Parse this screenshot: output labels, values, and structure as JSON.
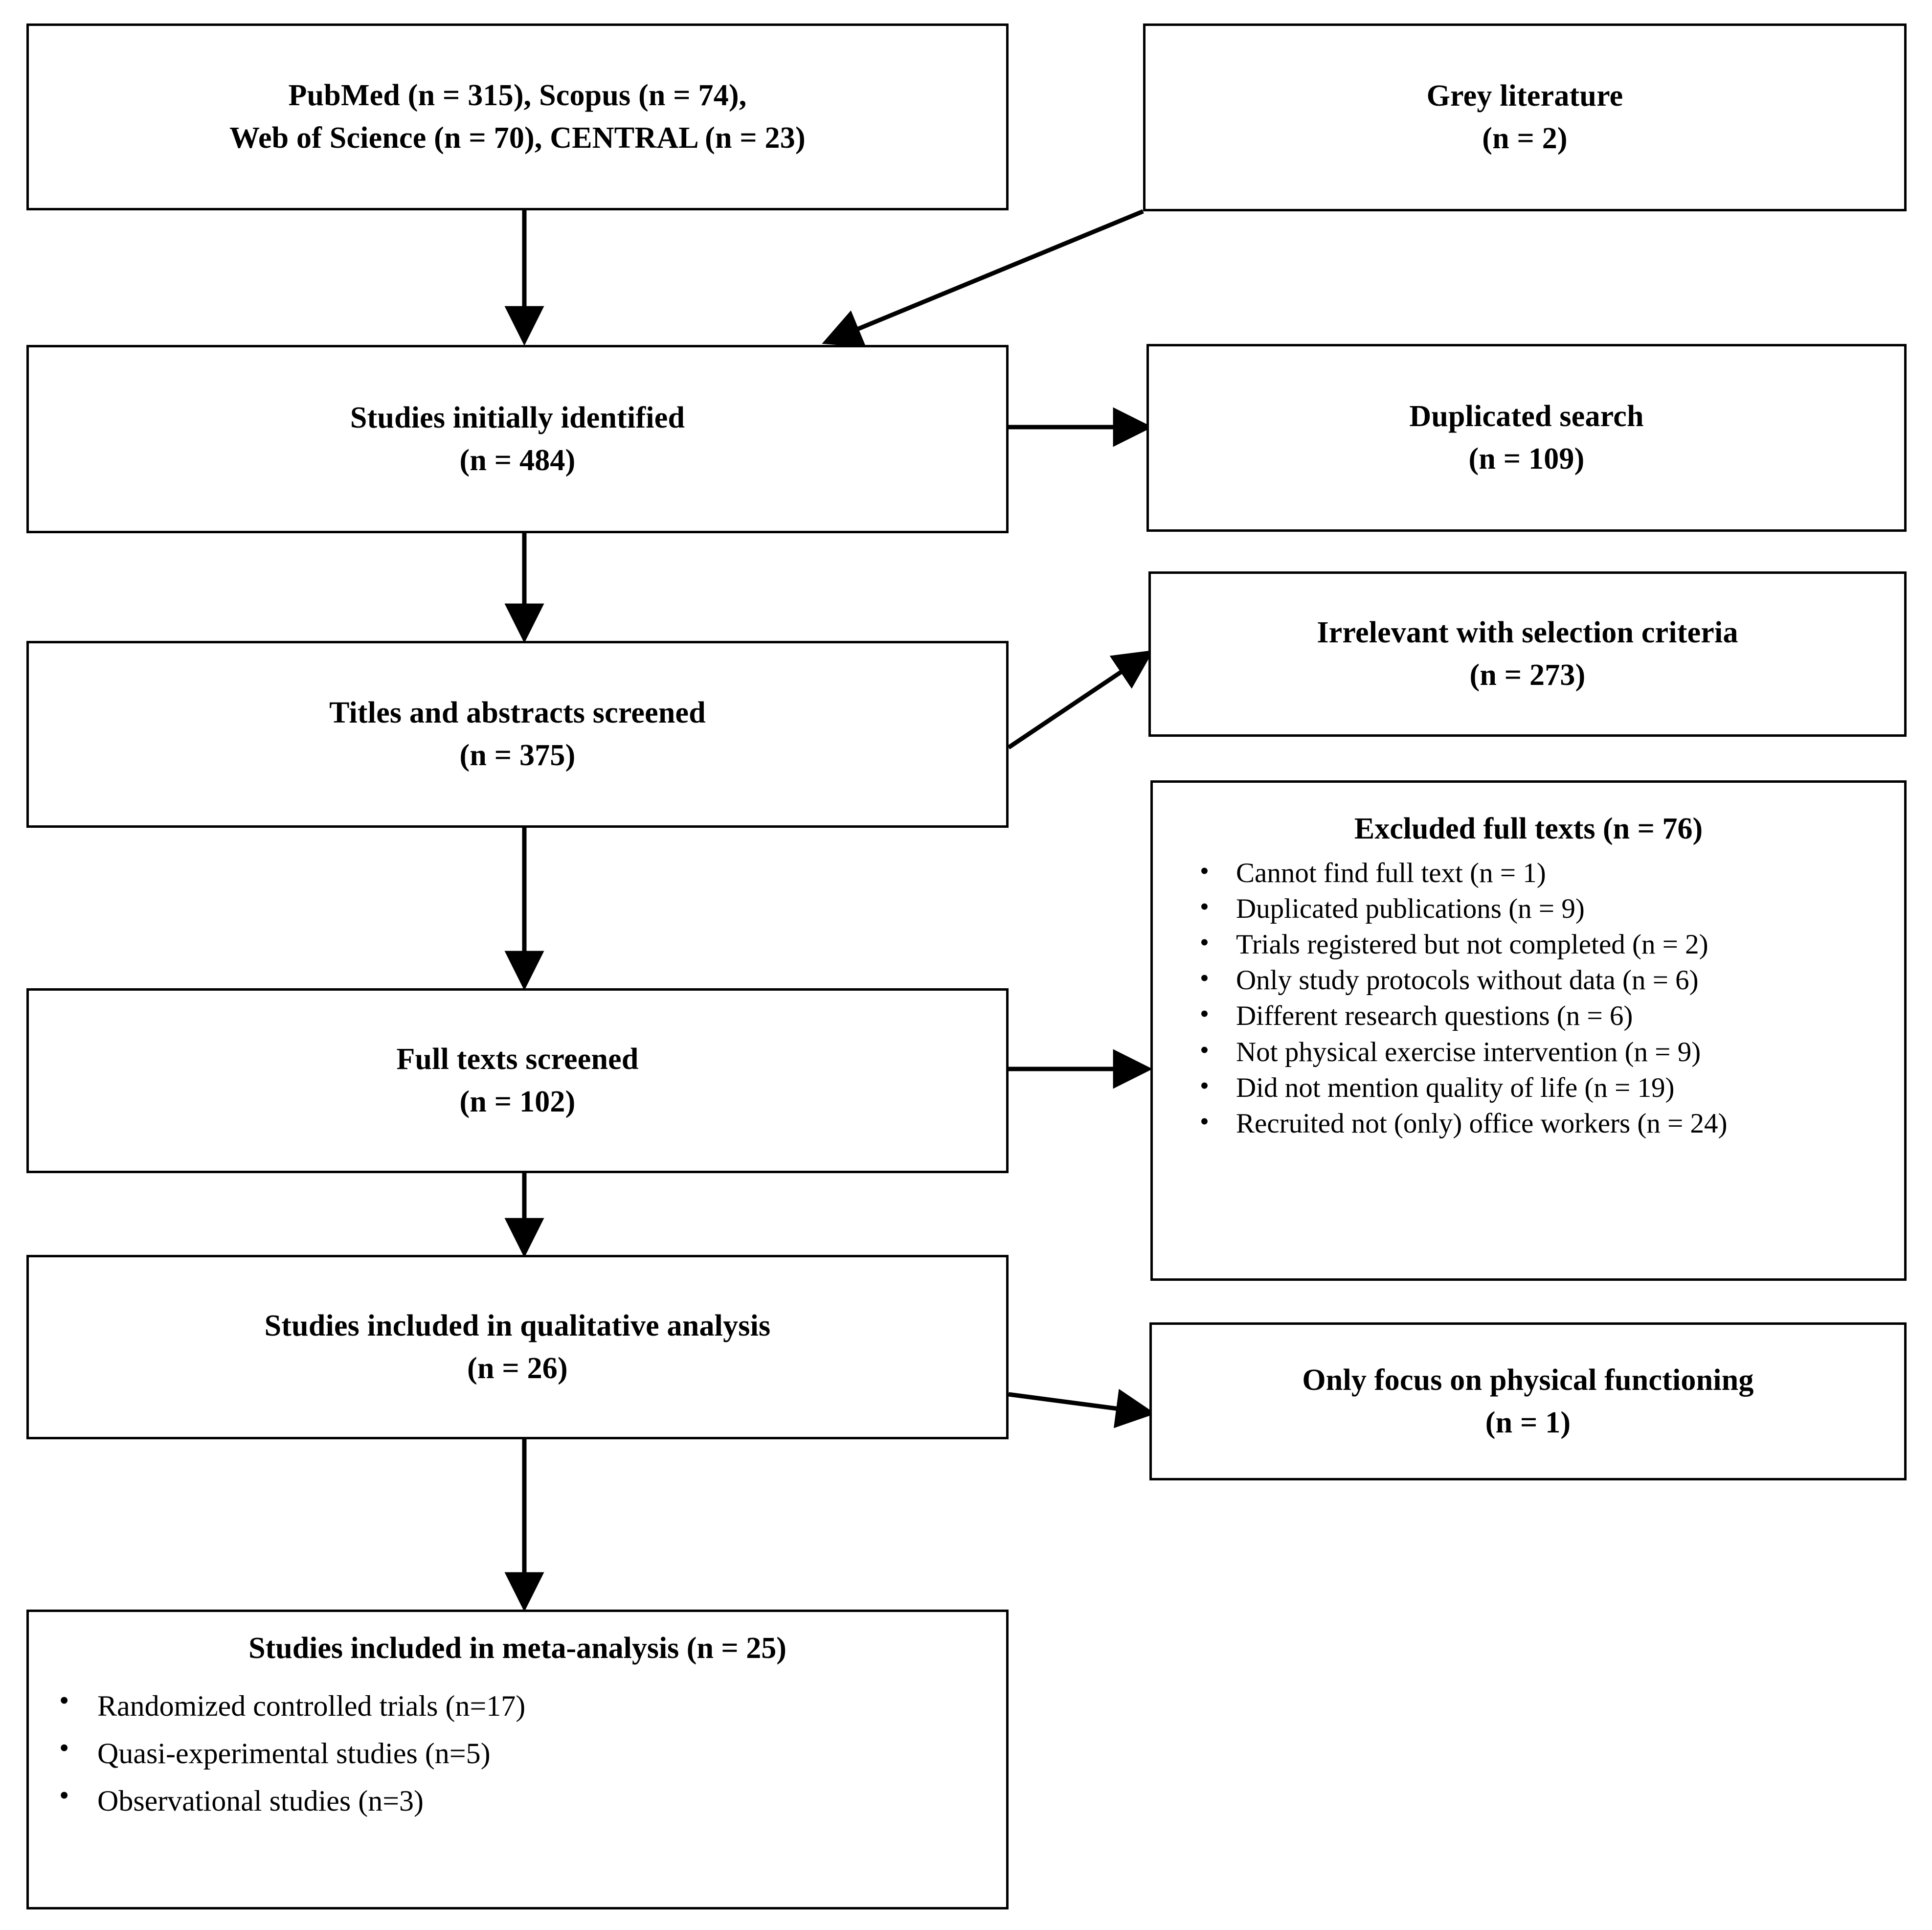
{
  "diagram": {
    "type": "prisma-flow",
    "nodes": {
      "databases": {
        "line1": "PubMed (n = 315), Scopus (n = 74),",
        "line2": "Web of Science (n = 70), CENTRAL (n = 23)"
      },
      "grey_literature": {
        "line1": "Grey literature",
        "line2": "(n = 2)"
      },
      "initially_identified": {
        "line1": "Studies initially identified",
        "line2": "(n = 484)"
      },
      "duplicated_search": {
        "line1": "Duplicated search",
        "line2": "(n = 109)"
      },
      "titles_abstracts": {
        "line1": "Titles and abstracts screened",
        "line2": "(n = 375)"
      },
      "irrelevant": {
        "line1": "Irrelevant with selection criteria",
        "line2": "(n = 273)"
      },
      "full_texts": {
        "line1": "Full texts screened",
        "line2": "(n = 102)"
      },
      "excluded_full_texts": {
        "title": "Excluded full texts (n = 76)",
        "items": [
          "Cannot find full text (n = 1)",
          "Duplicated publications (n = 9)",
          "Trials registered but not completed (n = 2)",
          "Only study protocols without data (n = 6)",
          "Different research questions (n = 6)",
          "Not physical exercise intervention (n = 9)",
          "Did not mention quality of life (n = 19)",
          "Recruited not (only) office workers (n = 24)"
        ]
      },
      "qualitative": {
        "line1": "Studies included in qualitative analysis",
        "line2": "(n = 26)"
      },
      "physical_functioning": {
        "line1": "Only focus on physical functioning",
        "line2": "(n = 1)"
      },
      "meta_analysis": {
        "title": "Studies included in meta-analysis (n = 25)",
        "items": [
          "Randomized controlled trials (n=17)",
          "Quasi-experimental studies (n=5)",
          "Observational studies (n=3)"
        ]
      }
    },
    "colors": {
      "stroke": "#000000",
      "background": "#ffffff",
      "text": "#000000"
    }
  }
}
